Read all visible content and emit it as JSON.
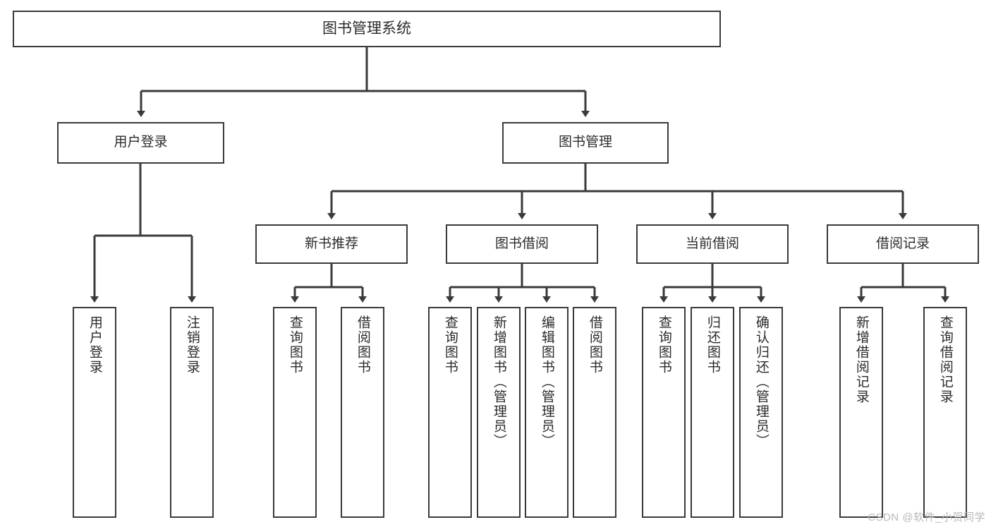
{
  "diagram": {
    "type": "hierarchy-tree",
    "root": {
      "label": "图书管理系统"
    },
    "level2": [
      {
        "label": "用户登录"
      },
      {
        "label": "图书管理"
      }
    ],
    "level3": [
      {
        "label": "新书推荐"
      },
      {
        "label": "图书借阅"
      },
      {
        "label": "当前借阅"
      },
      {
        "label": "借阅记录"
      }
    ],
    "leaves": {
      "user_login": [
        {
          "label": "用户登录"
        },
        {
          "label": "注销登录"
        }
      ],
      "new_book_recommend": [
        {
          "label": "查询图书"
        },
        {
          "label": "借阅图书"
        }
      ],
      "book_borrow": [
        {
          "label": "查询图书"
        },
        {
          "label": "新增图书（管理员）"
        },
        {
          "label": "编辑图书（管理员）"
        },
        {
          "label": "借阅图书"
        }
      ],
      "current_borrow": [
        {
          "label": "查询图书"
        },
        {
          "label": "归还图书"
        },
        {
          "label": "确认归还（管理员）"
        }
      ],
      "borrow_record": [
        {
          "label": "新增借阅记录"
        },
        {
          "label": "查询借阅记录"
        }
      ]
    }
  },
  "watermark": {
    "text": "CSDN @软件_小贺同学"
  },
  "colors": {
    "stroke": "#3a3a3a",
    "text": "#2b2b2b",
    "background": "#ffffff",
    "watermark": "#b9b9b9"
  }
}
